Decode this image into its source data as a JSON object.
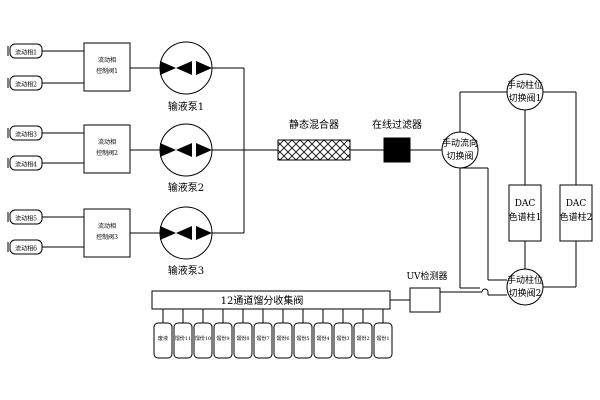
{
  "mobile_phase": [
    "流动相1",
    "流动相2",
    "流动相3",
    "流动相4",
    "流动相5",
    "流动相6"
  ],
  "proportional_valves": [
    [
      "流动相",
      "控制阀1"
    ],
    [
      "流动相",
      "控制阀2"
    ],
    [
      "流动相",
      "控制阀3"
    ]
  ],
  "pumps": [
    "输液泵1",
    "输液泵2",
    "输液泵3"
  ],
  "static_mixer": "静态混合器",
  "inline_filter": "在线过滤器",
  "manual_flow_valve": [
    "手动流向",
    "切换阀"
  ],
  "column_valve_top": [
    "手动柱位",
    "切换阀1"
  ],
  "column_valve_bottom": [
    "手动柱位",
    "切换阀2"
  ],
  "columns": [
    [
      "DAC",
      "色谱柱1"
    ],
    [
      "DAC",
      "色谱柱2"
    ]
  ],
  "uv_detector": "UV检测器",
  "fraction_collector": "12通道馏分收集阀",
  "waste": "废液",
  "fractions": [
    "馏份11",
    "馏份10",
    "馏份9",
    "馏份8",
    "馏份7",
    "馏份6",
    "馏份5",
    "馏份4",
    "馏份3",
    "馏份2",
    "馏份1"
  ],
  "colors": {
    "line": "#000000",
    "background": "#ffffff",
    "filter_fill": "#000000"
  }
}
